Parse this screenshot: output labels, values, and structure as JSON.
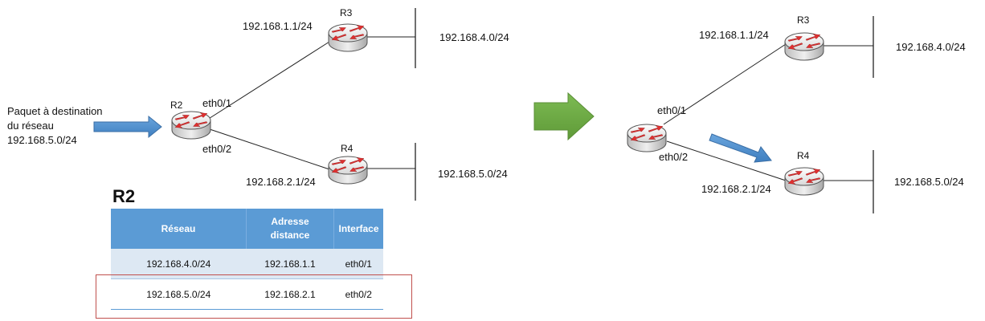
{
  "colors": {
    "table_header": "#5b9bd5",
    "table_row_alt": "#dde8f3",
    "highlight_border": "#c0504d",
    "arrow_blue": "#4f8fcf",
    "arrow_green": "#70ad47",
    "router_arrow_red": "#e03030",
    "router_body": "#e6e6e6"
  },
  "icons": [
    "router-icon",
    "right-arrow-icon",
    "green-arrow-icon"
  ],
  "left_diagram": {
    "packet_text": [
      "Paquet à destination",
      "du réseau",
      "192.168.5.0/24"
    ],
    "r2": {
      "name": "R2",
      "if1": "eth0/1",
      "if2": "eth0/2"
    },
    "r3": {
      "name": "R3",
      "ip": "192.168.1.1/24",
      "network": "192.168.4.0/24"
    },
    "r4": {
      "name": "R4",
      "ip": "192.168.2.1/24",
      "network": "192.168.5.0/24"
    }
  },
  "right_diagram": {
    "center": {
      "if1": "eth0/1",
      "if2": "eth0/2"
    },
    "r3": {
      "name": "R3",
      "ip": "192.168.1.1/24",
      "network": "192.168.4.0/24"
    },
    "r4": {
      "name": "R4",
      "ip": "192.168.2.1/24",
      "network": "192.168.5.0/24"
    }
  },
  "table": {
    "title": "R2",
    "headers": {
      "network": "Réseau",
      "remote_line1": "Adresse",
      "remote_line2": "distance",
      "interface": "Interface"
    },
    "rows": [
      {
        "network": "192.168.4.0/24",
        "remote": "192.168.1.1",
        "interface": "eth0/1"
      },
      {
        "network": "192.168.5.0/24",
        "remote": "192.168.2.1",
        "interface": "eth0/2"
      }
    ],
    "highlighted_row": 1
  }
}
